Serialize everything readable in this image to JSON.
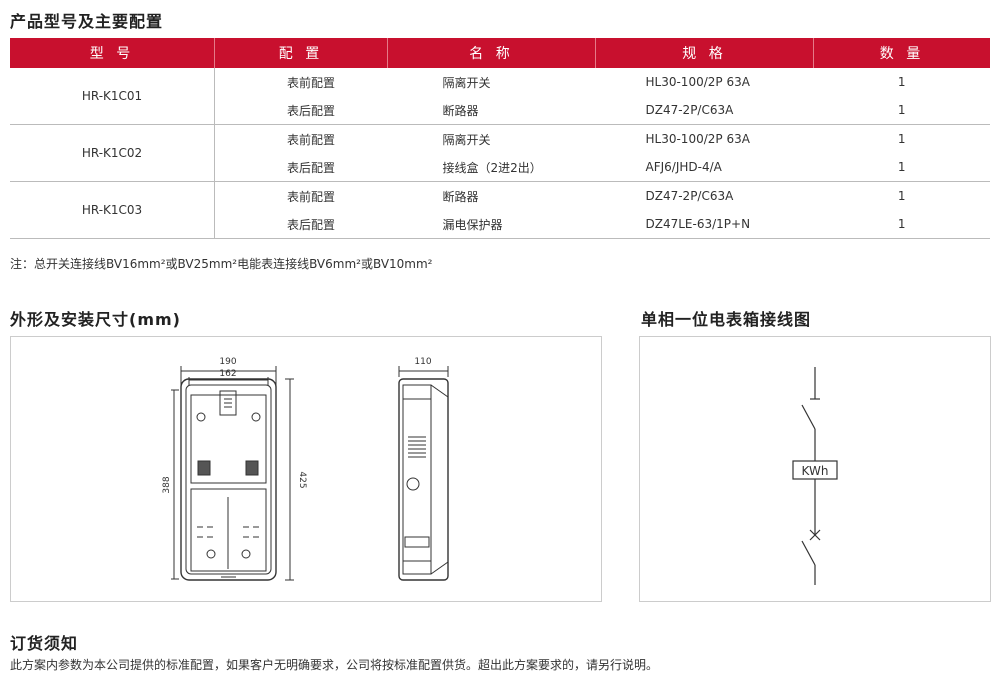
{
  "section1_title": "产品型号及主要配置",
  "table": {
    "headers": [
      "型 号",
      "配 置",
      "名 称",
      "规 格",
      "数 量"
    ],
    "groups": [
      {
        "model": "HR-K1C01",
        "rows": [
          {
            "config": "表前配置",
            "name": "隔离开关",
            "spec": "HL30-100/2P 63A",
            "qty": "1"
          },
          {
            "config": "表后配置",
            "name": "断路器",
            "spec": "DZ47-2P/C63A",
            "qty": "1"
          }
        ]
      },
      {
        "model": "HR-K1C02",
        "rows": [
          {
            "config": "表前配置",
            "name": "隔离开关",
            "spec": "HL30-100/2P 63A",
            "qty": "1"
          },
          {
            "config": "表后配置",
            "name": "接线盒（2进2出）",
            "spec": "AFJ6/JHD-4/A",
            "qty": "1"
          }
        ]
      },
      {
        "model": "HR-K1C03",
        "rows": [
          {
            "config": "表前配置",
            "name": "断路器",
            "spec": "DZ47-2P/C63A",
            "qty": "1"
          },
          {
            "config": "表后配置",
            "name": "漏电保护器",
            "spec": "DZ47LE-63/1P+N",
            "qty": "1"
          }
        ]
      }
    ]
  },
  "note": "注：总开关连接线BV16mm²或BV25mm²电能表连接线BV6mm²或BV10mm²",
  "section2_title": "外形及安装尺寸(mm)",
  "section3_title": "单相一位电表箱接线图",
  "dimensions": {
    "top_outer": "190",
    "top_inner": "162",
    "height_inner": "388",
    "height_outer": "425",
    "depth": "110"
  },
  "wiring": {
    "meter_label": "KWh"
  },
  "section4_title": "订货须知",
  "order_note": "此方案内参数为本公司提供的标准配置，如果客户无明确要求，公司将按标准配置供货。超出此方案要求的，请另行说明。",
  "colors": {
    "header_red": "#c8102e",
    "line": "#bbbbbb"
  }
}
